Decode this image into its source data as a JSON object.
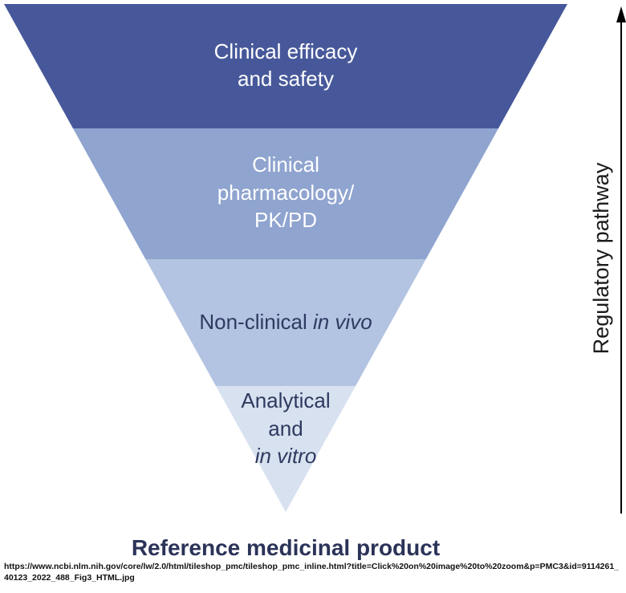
{
  "diagram": {
    "layers": [
      {
        "id": "clinical-efficacy",
        "color": "#47589a",
        "text_color": "light",
        "lines": [
          [
            {
              "text": "Clinical efficacy",
              "italic": false
            }
          ],
          [
            {
              "text": "and safety",
              "italic": false
            }
          ]
        ]
      },
      {
        "id": "clinical-pharmacology",
        "color": "#8fa4cf",
        "text_color": "light",
        "lines": [
          [
            {
              "text": "Clinical",
              "italic": false
            }
          ],
          [
            {
              "text": "pharmacology/",
              "italic": false
            }
          ],
          [
            {
              "text": "PK/PD",
              "italic": false
            }
          ]
        ]
      },
      {
        "id": "non-clinical",
        "color": "#b3c3e2",
        "text_color": "dark",
        "lines": [
          [
            {
              "text": "Non-clinical ",
              "italic": false
            },
            {
              "text": "in vivo",
              "italic": true
            }
          ]
        ]
      },
      {
        "id": "analytical",
        "color": "#d8e1ef",
        "text_color": "dark",
        "lines": [
          [
            {
              "text": "Analytical",
              "italic": false
            }
          ],
          [
            {
              "text": "and",
              "italic": false
            }
          ],
          [
            {
              "text": "in vitro",
              "italic": true
            }
          ]
        ]
      }
    ],
    "axis_label": "Regulatory pathway",
    "base_label": "Reference medicinal product",
    "arrow_color": "#000000"
  },
  "footer": {
    "url": "https://www.ncbi.nlm.nih.gov/core/lw/2.0/html/tileshop_pmc/tileshop_pmc_inline.html?title=Click%20on%20image%20to%20zoom&p=PMC3&id=9114261_40123_2022_488_Fig3_HTML.jpg"
  }
}
